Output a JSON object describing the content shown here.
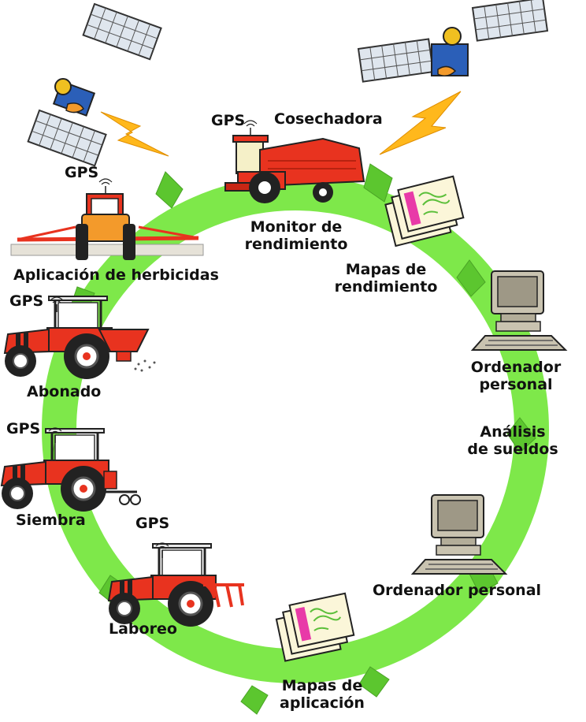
{
  "colors": {
    "cycle_ring": "#7ee84a",
    "ring_chevron": "#5cc62f",
    "machine_red": "#e8331f",
    "machine_dark": "#2a2a2a",
    "tank_orange": "#f39a2b",
    "signal_yellow": "#ffb81c",
    "solar_panel": "#dfe6ee",
    "monitor_beige": "#c9c3b0",
    "map_pink": "#e83aa8"
  },
  "icons": [
    "satellite-icon",
    "combine-harvester-icon",
    "sprayer-tractor-icon",
    "fertilizer-tractor-icon",
    "seeder-tractor-icon",
    "tillage-tractor-icon",
    "yield-map-icon",
    "personal-computer-icon",
    "gps-antenna-icon"
  ],
  "labels": {
    "gps_harvester": "GPS",
    "harvester": "Cosechadora",
    "yield_monitor_line1": "Monitor de",
    "yield_monitor_line2": "rendimiento",
    "yield_maps_line1": "Mapas de",
    "yield_maps_line2": "rendimiento",
    "pc_top_line1": "Ordenador",
    "pc_top_line2": "personal",
    "soil_analysis_line1": "Análisis",
    "soil_analysis_line2": "de sueldos",
    "pc_bottom": "Ordenador personal",
    "application_maps_line1": "Mapas de",
    "application_maps_line2": "aplicación",
    "gps_tillage": "GPS",
    "tillage": "Laboreo",
    "gps_seeding": "GPS",
    "seeding": "Siembra",
    "gps_fertilizing": "GPS",
    "fertilizing": "Abonado",
    "gps_spraying": "GPS",
    "herbicide_application": "Aplicación de herbicidas"
  }
}
